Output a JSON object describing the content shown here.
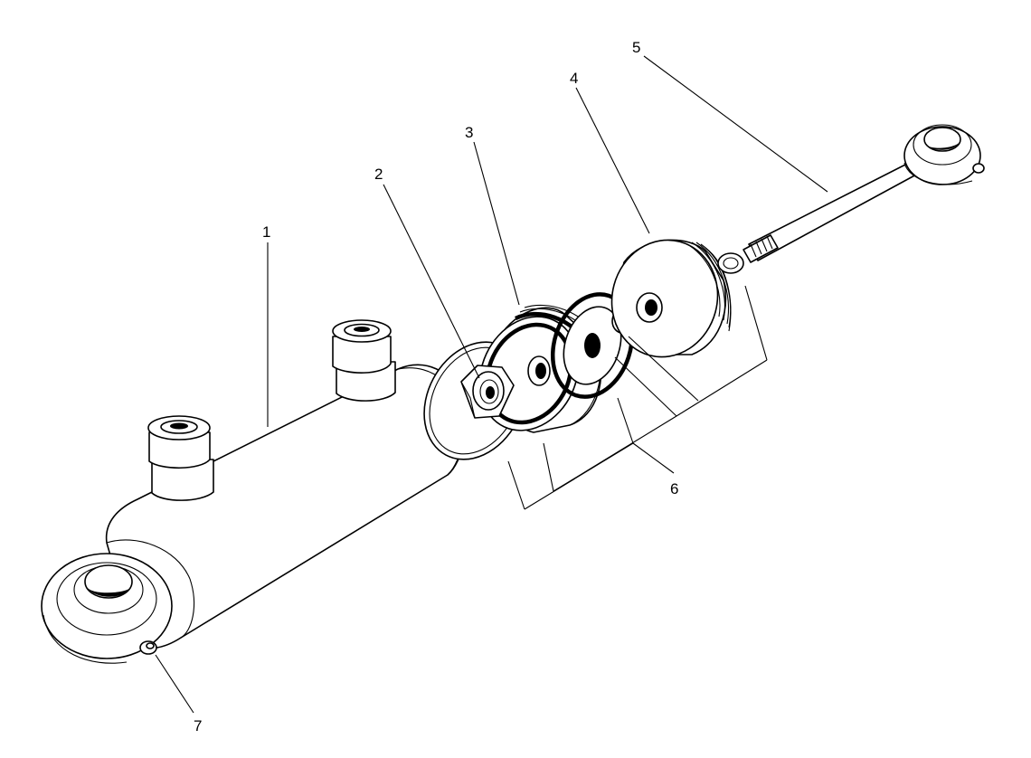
{
  "diagram": {
    "parts": [
      {
        "id": "cylinder-barrel",
        "callout": "1"
      },
      {
        "id": "piston-nut",
        "callout": "2"
      },
      {
        "id": "piston",
        "callout": "3"
      },
      {
        "id": "gland-head",
        "callout": "4"
      },
      {
        "id": "piston-rod",
        "callout": "5"
      },
      {
        "id": "seals",
        "callout": "6"
      },
      {
        "id": "grease-nipple",
        "callout": "7"
      }
    ]
  }
}
